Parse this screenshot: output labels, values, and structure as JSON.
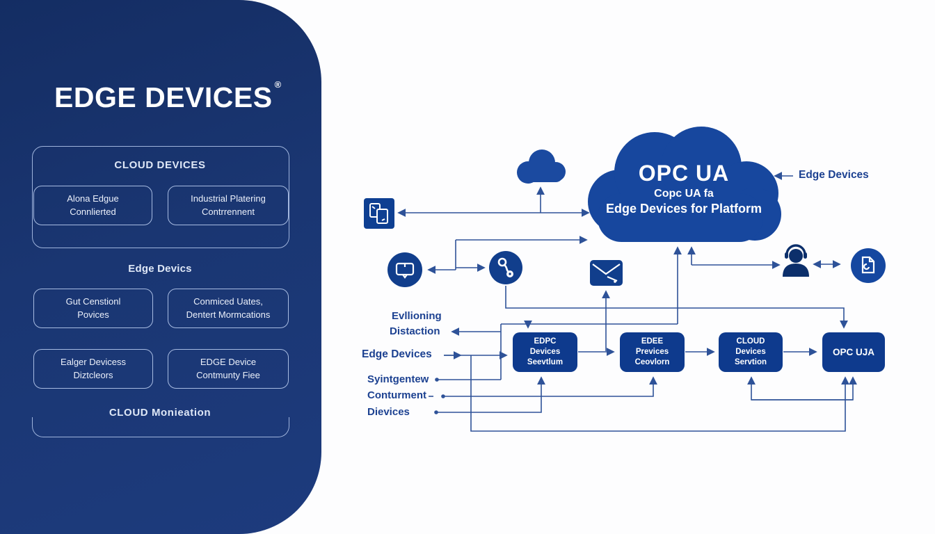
{
  "sidebar": {
    "title": "EDGE DEVICES",
    "trademark": "®",
    "group1_header": "CLOUD DEVICES",
    "box1a": [
      "Alona Edgue",
      "Connlierted"
    ],
    "box1b": [
      "Industrial Platering",
      "Contrrennent"
    ],
    "group2_header": "Edge Devics",
    "box2a": [
      "Gut Censtionl",
      "Povices"
    ],
    "box2b": [
      "Conmiced Uates,",
      "Dentert Mormcations"
    ],
    "box3a": [
      "Ealger Devicess",
      "Diztcleors"
    ],
    "box3b": [
      "EDGE Device",
      "Contmunty Fiee"
    ],
    "footer_header": "CLOUD Monieation"
  },
  "diagram": {
    "cloud": {
      "title": "OPC UA",
      "line2": "Copc UA fa",
      "line3": "Edge Devices for Platform"
    },
    "callout": "Edge Devices",
    "labels": {
      "l1a": "Evllioning",
      "l1b": "Distaction",
      "l2": "Edge Devices",
      "l3": "Syintgentew",
      "l4": "Conturment",
      "l5": "Dievices"
    },
    "nodes": {
      "n1": [
        "EDPC",
        "Devices",
        "Seevtlum"
      ],
      "n2": [
        "EDEE",
        "Previces",
        "Ceovlorn"
      ],
      "n3": [
        "CLOUD",
        "Devices",
        "Servtion"
      ],
      "n4": [
        "OPC UJA"
      ]
    },
    "icons": [
      "devices-transfer-icon",
      "small-cloud-icon",
      "big-cloud",
      "chat-icon",
      "key-icon",
      "mail-icon",
      "support-agent-icon",
      "document-icon"
    ],
    "colors": {
      "sidebar_navy": "#1a3672",
      "cloud_blue": "#17479e",
      "node_blue": "#0e3a8d",
      "line_blue": "#2e5298",
      "label_blue": "#1c4191"
    }
  }
}
